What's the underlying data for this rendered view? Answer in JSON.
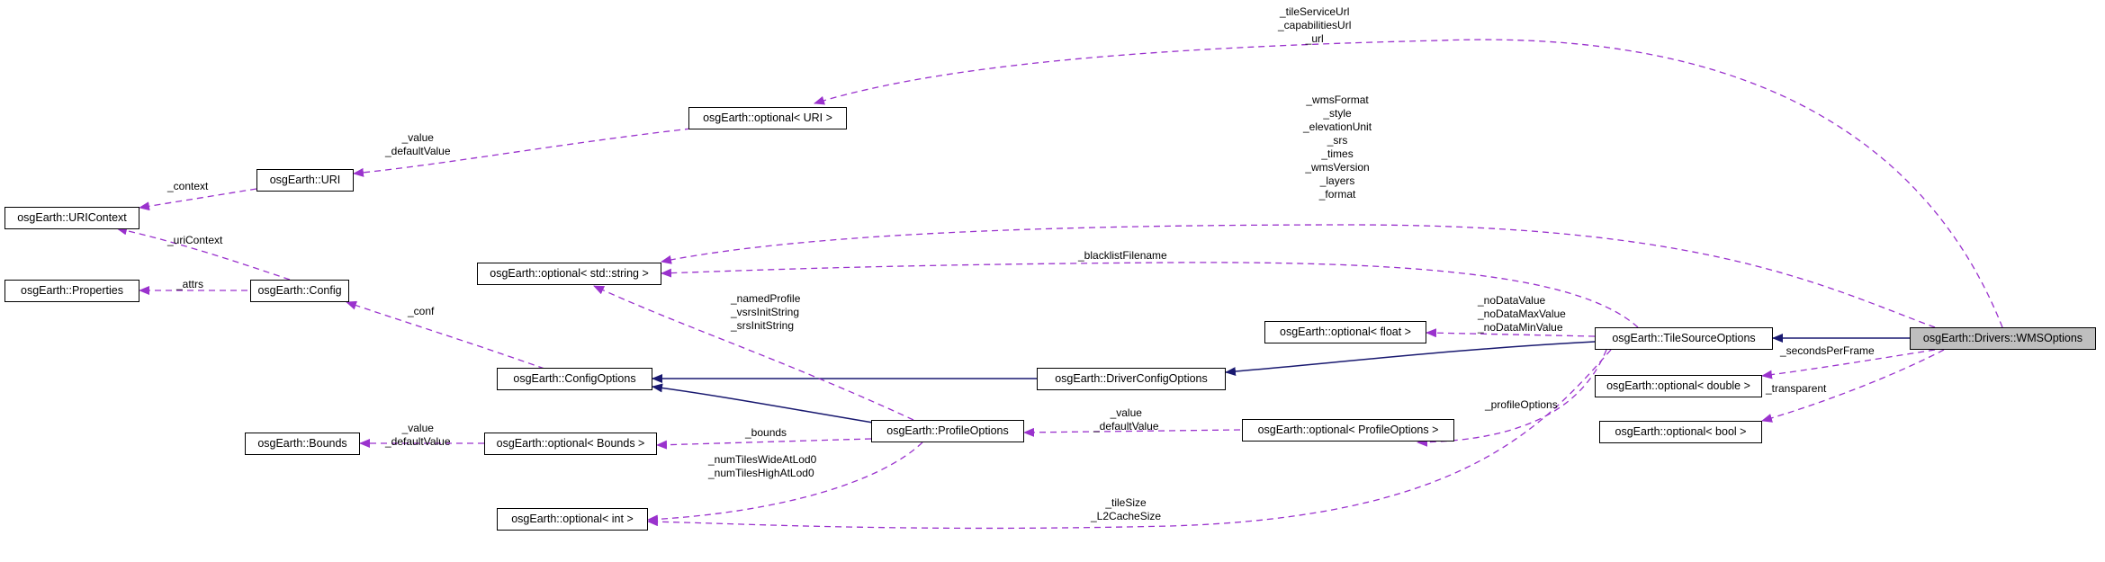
{
  "nodes": {
    "wms_options": "osgEarth::Drivers::WMSOptions",
    "tile_source_options": "osgEarth::TileSourceOptions",
    "driver_config_options": "osgEarth::DriverConfigOptions",
    "config_options": "osgEarth::ConfigOptions",
    "profile_options": "osgEarth::ProfileOptions",
    "optional_uri": "osgEarth::optional< URI >",
    "uri": "osgEarth::URI",
    "uri_context": "osgEarth::URIContext",
    "config": "osgEarth::Config",
    "properties": "osgEarth::Properties",
    "optional_string": "osgEarth::optional< std::string >",
    "optional_float": "osgEarth::optional< float >",
    "optional_double": "osgEarth::optional< double >",
    "optional_bool": "osgEarth::optional< bool >",
    "optional_profile_options": "osgEarth::optional< ProfileOptions >",
    "bounds": "osgEarth::Bounds",
    "optional_bounds": "osgEarth::optional< Bounds >",
    "optional_int": "osgEarth::optional< int >"
  },
  "labels": {
    "url_members": [
      "_tileServiceUrl",
      "_capabilitiesUrl",
      "_url"
    ],
    "string_members": [
      "_wmsFormat",
      "_style",
      "_elevationUnit",
      "_srs",
      "_times",
      "_wmsVersion",
      "_layers",
      "_format"
    ],
    "value_default_uri": [
      "_value",
      "_defaultValue"
    ],
    "context": [
      "_context"
    ],
    "uri_context": [
      "_uriContext"
    ],
    "attrs": [
      "_attrs"
    ],
    "conf": [
      "_conf"
    ],
    "blacklist": [
      "_blacklistFilename"
    ],
    "profile_strings": [
      "_namedProfile",
      "_vsrsInitString",
      "_srsInitString"
    ],
    "float_members": [
      "_noDataValue",
      "_noDataMaxValue",
      "_noDataMinValue"
    ],
    "seconds_per_frame": [
      "_secondsPerFrame"
    ],
    "transparent": [
      "_transparent"
    ],
    "profile_options": [
      "_profileOptions"
    ],
    "value_default_profile": [
      "_value",
      "_defaultValue"
    ],
    "value_default_bounds": [
      "_value",
      "_defaultValue"
    ],
    "bounds": [
      "_bounds"
    ],
    "num_tiles": [
      "_numTilesWideAtLod0",
      "_numTilesHighAtLod0"
    ],
    "tile_size": [
      "_tileSize",
      "_L2CacheSize"
    ]
  },
  "colors": {
    "inheritance": "#191970",
    "member": "#9a32cd",
    "root_fill": "#bfbfbf"
  }
}
